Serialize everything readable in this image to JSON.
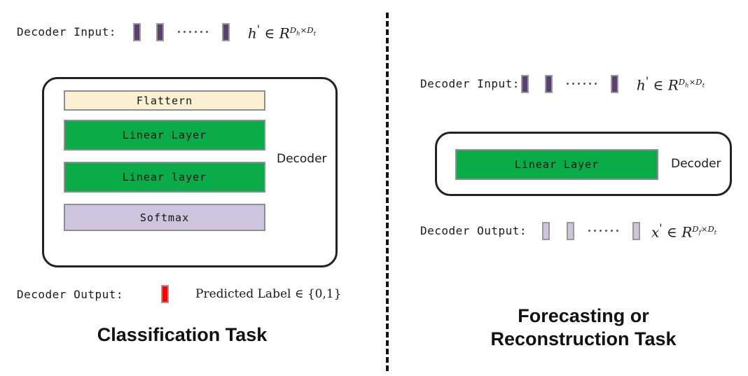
{
  "figure": {
    "divider": "dashed-vertical",
    "colors": {
      "green_layer": "#0bab4a",
      "cream_layer": "#fbf0d2",
      "lavender_layer": "#cdc5dd",
      "dark_token": "#5b3f6e",
      "light_token": "#d3c4de",
      "red_token": "#fe0000",
      "box_border": "#222222",
      "layer_border": "#8d8d96"
    }
  },
  "left_panel": {
    "caption": "Classification Task",
    "input_row": {
      "label": "Decoder Input:",
      "token_count": 3,
      "token_color": "dark",
      "ellipsis_dots": 6,
      "math": {
        "symbol": "h",
        "prime": "'",
        "member": "∈",
        "space": "R",
        "dim_rows": "D",
        "dim_rows_sub": "h",
        "times": "×",
        "dim_cols": "D",
        "dim_cols_sub": "t"
      }
    },
    "decoder": {
      "tag": "Decoder",
      "layers": [
        {
          "label": "Flattern",
          "style": "cream"
        },
        {
          "label": "Linear Layer",
          "style": "green"
        },
        {
          "label": "Linear layer",
          "style": "green"
        },
        {
          "label": "Softmax",
          "style": "lav"
        }
      ]
    },
    "output_row": {
      "label": "Decoder Output:",
      "token_color": "red",
      "token_count": 1,
      "annotation": "Predicted Label ∈ {0,1}"
    }
  },
  "right_panel": {
    "caption": "Forecasting or\nReconstruction Task",
    "input_row": {
      "label": "Decoder Input:",
      "token_count": 3,
      "token_color": "dark",
      "ellipsis_dots": 6,
      "math": {
        "symbol": "h",
        "prime": "'",
        "member": "∈",
        "space": "R",
        "dim_rows": "D",
        "dim_rows_sub": "h",
        "times": "×",
        "dim_cols": "D",
        "dim_cols_sub": "t"
      }
    },
    "decoder": {
      "tag": "Decoder",
      "layers": [
        {
          "label": "Linear Layer",
          "style": "green"
        }
      ]
    },
    "output_row": {
      "label": "Decoder Output:",
      "token_count": 3,
      "token_color": "light",
      "ellipsis_dots": 6,
      "math": {
        "symbol": "x",
        "prime": "'",
        "member": "∈",
        "space": "R",
        "dim_rows": "D",
        "dim_rows_sub": "f",
        "times": "×",
        "dim_cols": "D",
        "dim_cols_sub": "t"
      }
    }
  }
}
